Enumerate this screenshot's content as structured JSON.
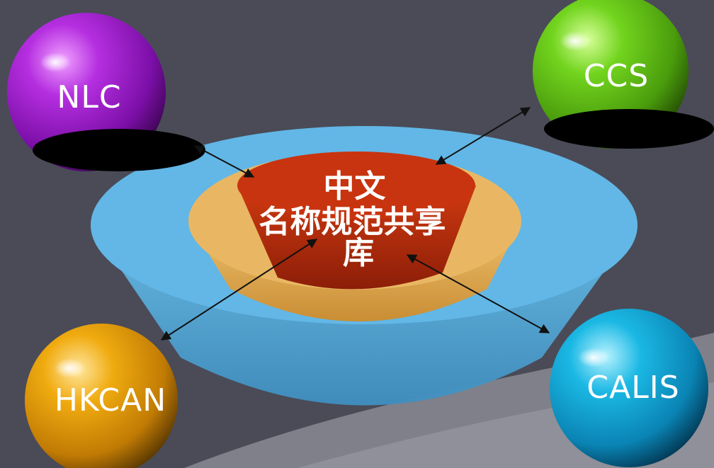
{
  "center": {
    "lines": [
      "中文",
      "名称规范共享",
      "库"
    ]
  },
  "nodes": {
    "nlc": {
      "label": "NLC",
      "color": "#9b1ec8"
    },
    "ccs": {
      "label": "CCS",
      "color": "#5cc214"
    },
    "hkcan": {
      "label": "HKCAN",
      "color": "#e8a008"
    },
    "calis": {
      "label": "CALIS",
      "color": "#12a8d8"
    }
  },
  "colors": {
    "background": "#4a4b57",
    "outer_bowl": "#5fb6e4",
    "middle_ring": "#e7b35c",
    "inner_core": "#b92e10"
  }
}
